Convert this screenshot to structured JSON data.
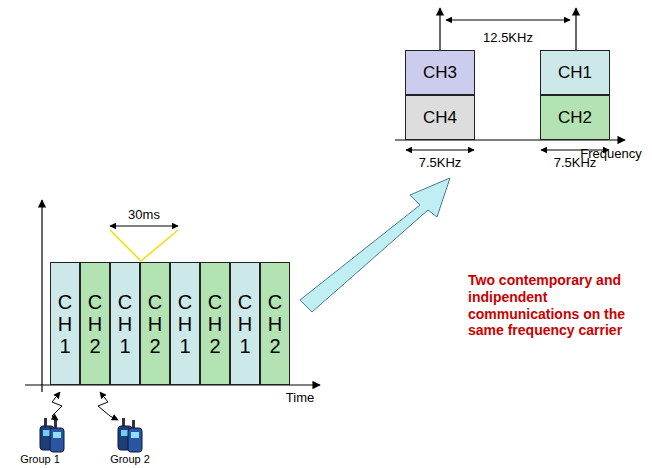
{
  "diagram": {
    "nodes": [
      {
        "text": [
          "CH3"
        ]
      },
      {
        "text": [
          "CH1"
        ]
      },
      {
        "text": [
          "CH4"
        ]
      },
      {
        "text": [
          "CH2"
        ]
      },
      {
        "text": [
          "CH1"
        ]
      },
      {
        "text": [
          "CH2"
        ]
      },
      {
        "text": [
          "CH1"
        ]
      },
      {
        "text": [
          "CH2"
        ]
      },
      {
        "text": [
          "CH1"
        ]
      },
      {
        "text": [
          "CH2"
        ]
      },
      {
        "text": [
          "CH1"
        ]
      },
      {
        "text": [
          "CH2"
        ]
      }
    ],
    "labels": [
      "12.5KHz",
      "7.5KHz",
      "7.5KHz",
      "Frequency",
      "30ms",
      "Two contemporary and indipendent communications on the same frequency carrier",
      "Time",
      "Group 1",
      "Group 2"
    ]
  }
}
